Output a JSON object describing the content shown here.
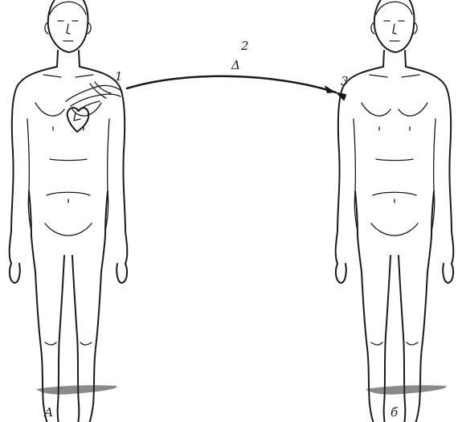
{
  "labels": {
    "donor_site_number": "1",
    "transfer_number": "2",
    "transfer_symbol": "Δ",
    "recipient_site_number": "3",
    "figure_a": "А",
    "figure_b": "б"
  },
  "colors": {
    "ink": "#1a1a1a",
    "background": "#ffffff"
  }
}
